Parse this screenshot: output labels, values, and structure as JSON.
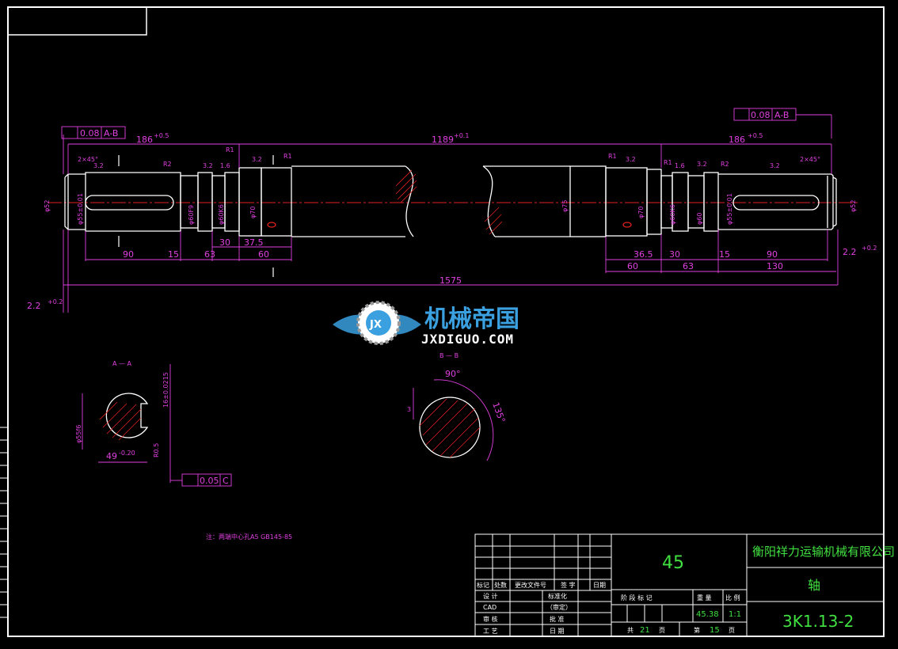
{
  "title_block": {
    "company": "衡阳祥力运输机械有限公司",
    "part_name": "轴",
    "material": "45",
    "drawing_no": "3K1.13-2",
    "weight": "45.38",
    "scale": "1:1",
    "stage_label": "阶 段 标 记",
    "weight_label": "重 量",
    "scale_label": "比 例",
    "total_sheets_label": "共",
    "total_sheets": "21",
    "page_label": "页",
    "sheet_label": "第",
    "sheet_no": "15",
    "rev_headers": [
      "标记",
      "处数",
      "更改文件号",
      "签 字",
      "日期"
    ],
    "rows": [
      {
        "left": "设 计",
        "mid": "标准化"
      },
      {
        "left": "CAD",
        "mid": "（审定）"
      },
      {
        "left": "审 核",
        "mid": "批 准"
      },
      {
        "left": "工 艺",
        "mid": "日 期"
      }
    ]
  },
  "tolerance_frames": {
    "left": {
      "value": "0.08",
      "datum": "A-B"
    },
    "right": {
      "value": "0.08",
      "datum": "A-B"
    },
    "section": {
      "value": "0.05",
      "datum": "C"
    }
  },
  "dimensions": {
    "left_len": "186",
    "left_len_tol": "+0.5",
    "mid_len": "1189",
    "mid_len_tol": "+0.1",
    "right_len": "186",
    "right_len_tol": "+0.5",
    "overall": "1575",
    "chamfer_left": "2×45°",
    "chamfer_right": "2×45°",
    "gap_left": "2.2",
    "gap_left_tol": "+0.2",
    "gap_right": "2.2",
    "gap_right_tol": "+0.2",
    "bottom_left": [
      "90",
      "15",
      "63",
      "30",
      "37.5",
      "60"
    ],
    "bottom_right": [
      "36.5",
      "30",
      "15",
      "90",
      "60",
      "63",
      "130"
    ],
    "dia_left": [
      "φ52",
      "φ55±0.01",
      "φ60F9",
      "φ60K6",
      "φ70"
    ],
    "dia_right": [
      "φ75",
      "φ70",
      "φ60K6",
      "φ60",
      "φ55±0.01",
      "φ52"
    ],
    "radii": [
      "R2",
      "R1",
      "R1",
      "R1",
      "R1",
      "R2"
    ],
    "roughness": [
      "3.2",
      "3.2",
      "1.6",
      "3.2",
      "3.2",
      "1.6",
      "3.2",
      "3.2"
    ]
  },
  "sections": {
    "aa_label": "A — A",
    "bb_label": "B — B",
    "aa_dia": "φ55f6",
    "aa_width": "49",
    "aa_width_tol": "-0.20",
    "aa_key": "16±0.0215",
    "aa_r": "R0.5",
    "bb_angle1": "90°",
    "bb_angle2": "135°",
    "bb_depth": "3"
  },
  "note": "注：两端中心孔A5 GB145-85",
  "logo": {
    "cn": "机械帝国",
    "en": "JXDIGUO.COM",
    "badge": "JX"
  },
  "colors": {
    "line": "#ffffff",
    "dim": "#e040e0",
    "center": "#e02020",
    "text": "#40e040",
    "hatch": "#e02020",
    "bg": "#000000"
  }
}
